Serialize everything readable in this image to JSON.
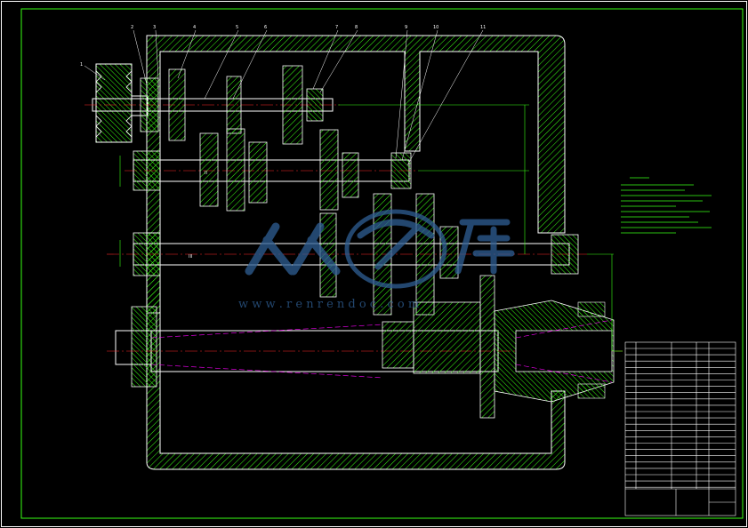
{
  "drawing": {
    "background": "#000000",
    "colors": {
      "frame": "#ffffff",
      "hatch": "#39ff14",
      "centerline": "#ff2a2a",
      "hidden": "#ff00ff",
      "dimension": "#39ff14",
      "watermark": "#2f5f95"
    },
    "part_balloons": [
      "1",
      "2",
      "3",
      "4",
      "5",
      "6",
      "7",
      "8",
      "9",
      "10",
      "11"
    ],
    "shaft_marks": [
      "III",
      "II"
    ],
    "watermark": {
      "url": "w w w . r e n r e n d o c . c o m"
    }
  }
}
